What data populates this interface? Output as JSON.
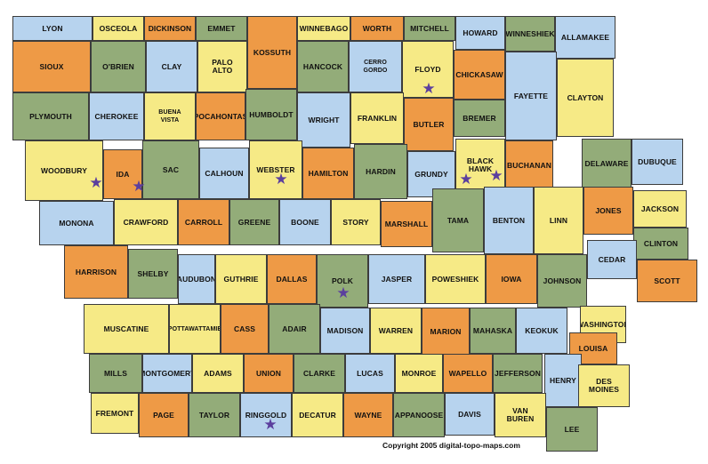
{
  "colors": {
    "blue": "#b7d3ee",
    "yellow": "#f6ea86",
    "orange": "#ee9a46",
    "green": "#93ac79",
    "star": "#5b3f9e"
  },
  "star_glyph": "★",
  "copyright": "Copyright 2005 digital-topo-maps.com",
  "counties": [
    {
      "name": "LYON",
      "color": "blue"
    },
    {
      "name": "OSCEOLA",
      "color": "yellow"
    },
    {
      "name": "DICKINSON",
      "color": "orange"
    },
    {
      "name": "EMMET",
      "color": "green"
    },
    {
      "name": "KOSSUTH",
      "color": "orange"
    },
    {
      "name": "WINNEBAGO",
      "color": "yellow"
    },
    {
      "name": "WORTH",
      "color": "orange"
    },
    {
      "name": "MITCHELL",
      "color": "green"
    },
    {
      "name": "HOWARD",
      "color": "blue"
    },
    {
      "name": "WINNESHIEK",
      "color": "green"
    },
    {
      "name": "ALLAMAKEE",
      "color": "blue"
    },
    {
      "name": "SIOUX",
      "color": "orange"
    },
    {
      "name": "O'BRIEN",
      "color": "green"
    },
    {
      "name": "CLAY",
      "color": "blue"
    },
    {
      "name": "PALO\nALTO",
      "color": "yellow"
    },
    {
      "name": "HANCOCK",
      "color": "green"
    },
    {
      "name": "CERRO\nGORDO",
      "color": "blue"
    },
    {
      "name": "FLOYD",
      "color": "yellow"
    },
    {
      "name": "CHICKASAW",
      "color": "orange"
    },
    {
      "name": "FAYETTE",
      "color": "blue"
    },
    {
      "name": "CLAYTON",
      "color": "yellow"
    },
    {
      "name": "PLYMOUTH",
      "color": "green"
    },
    {
      "name": "CHEROKEE",
      "color": "blue"
    },
    {
      "name": "BUENA\nVISTA",
      "color": "yellow"
    },
    {
      "name": "POCAHONTAS",
      "color": "orange"
    },
    {
      "name": "HUMBOLDT",
      "color": "green"
    },
    {
      "name": "WRIGHT",
      "color": "blue"
    },
    {
      "name": "FRANKLIN",
      "color": "yellow"
    },
    {
      "name": "BUTLER",
      "color": "orange"
    },
    {
      "name": "BREMER",
      "color": "green"
    },
    {
      "name": "WOODBURY",
      "color": "yellow"
    },
    {
      "name": "IDA",
      "color": "orange"
    },
    {
      "name": "SAC",
      "color": "green"
    },
    {
      "name": "CALHOUN",
      "color": "blue"
    },
    {
      "name": "WEBSTER",
      "color": "yellow"
    },
    {
      "name": "HAMILTON",
      "color": "orange"
    },
    {
      "name": "HARDIN",
      "color": "green"
    },
    {
      "name": "GRUNDY",
      "color": "blue"
    },
    {
      "name": "BLACK\nHAWK",
      "color": "yellow"
    },
    {
      "name": "BUCHANAN",
      "color": "orange"
    },
    {
      "name": "DELAWARE",
      "color": "green"
    },
    {
      "name": "DUBUQUE",
      "color": "blue"
    },
    {
      "name": "MONONA",
      "color": "blue"
    },
    {
      "name": "CRAWFORD",
      "color": "yellow"
    },
    {
      "name": "CARROLL",
      "color": "orange"
    },
    {
      "name": "GREENE",
      "color": "green"
    },
    {
      "name": "BOONE",
      "color": "blue"
    },
    {
      "name": "STORY",
      "color": "yellow"
    },
    {
      "name": "MARSHALL",
      "color": "orange"
    },
    {
      "name": "TAMA",
      "color": "green"
    },
    {
      "name": "BENTON",
      "color": "blue"
    },
    {
      "name": "LINN",
      "color": "yellow"
    },
    {
      "name": "JONES",
      "color": "orange"
    },
    {
      "name": "JACKSON",
      "color": "yellow"
    },
    {
      "name": "CLINTON",
      "color": "green"
    },
    {
      "name": "HARRISON",
      "color": "orange"
    },
    {
      "name": "SHELBY",
      "color": "green"
    },
    {
      "name": "AUDUBON",
      "color": "blue"
    },
    {
      "name": "GUTHRIE",
      "color": "yellow"
    },
    {
      "name": "DALLAS",
      "color": "orange"
    },
    {
      "name": "POLK",
      "color": "green"
    },
    {
      "name": "JASPER",
      "color": "blue"
    },
    {
      "name": "POWESHIEK",
      "color": "yellow"
    },
    {
      "name": "IOWA",
      "color": "orange"
    },
    {
      "name": "JOHNSON",
      "color": "green"
    },
    {
      "name": "CEDAR",
      "color": "blue"
    },
    {
      "name": "SCOTT",
      "color": "orange"
    },
    {
      "name": "MUSCATINE",
      "color": "yellow"
    },
    {
      "name": "POTTAWATTAMIE",
      "color": "yellow"
    },
    {
      "name": "CASS",
      "color": "orange"
    },
    {
      "name": "ADAIR",
      "color": "green"
    },
    {
      "name": "MADISON",
      "color": "blue"
    },
    {
      "name": "WARREN",
      "color": "yellow"
    },
    {
      "name": "MARION",
      "color": "orange"
    },
    {
      "name": "MAHASKA",
      "color": "green"
    },
    {
      "name": "KEOKUK",
      "color": "blue"
    },
    {
      "name": "WASHINGTON",
      "color": "yellow"
    },
    {
      "name": "LOUISA",
      "color": "orange"
    },
    {
      "name": "MILLS",
      "color": "green"
    },
    {
      "name": "MONTGOMERY",
      "color": "blue"
    },
    {
      "name": "ADAMS",
      "color": "yellow"
    },
    {
      "name": "UNION",
      "color": "orange"
    },
    {
      "name": "CLARKE",
      "color": "green"
    },
    {
      "name": "LUCAS",
      "color": "blue"
    },
    {
      "name": "MONROE",
      "color": "yellow"
    },
    {
      "name": "WAPELLO",
      "color": "orange"
    },
    {
      "name": "JEFFERSON",
      "color": "green"
    },
    {
      "name": "HENRY",
      "color": "blue"
    },
    {
      "name": "DES\nMOINES",
      "color": "yellow"
    },
    {
      "name": "FREMONT",
      "color": "yellow"
    },
    {
      "name": "PAGE",
      "color": "orange"
    },
    {
      "name": "TAYLOR",
      "color": "green"
    },
    {
      "name": "RINGGOLD",
      "color": "blue"
    },
    {
      "name": "DECATUR",
      "color": "yellow"
    },
    {
      "name": "WAYNE",
      "color": "orange"
    },
    {
      "name": "APPANOOSE",
      "color": "green"
    },
    {
      "name": "DAVIS",
      "color": "blue"
    },
    {
      "name": "VAN\nBUREN",
      "color": "yellow"
    },
    {
      "name": "LEE",
      "color": "green"
    }
  ]
}
